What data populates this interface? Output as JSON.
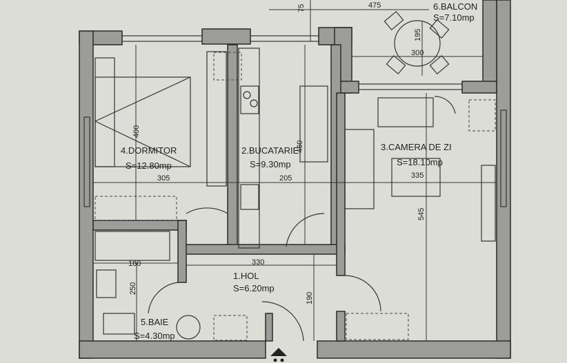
{
  "rooms": [
    {
      "name": "1.HOL",
      "area": "S=6.20mp"
    },
    {
      "name": "2.BUCATARIE",
      "area": "S=9.30mp"
    },
    {
      "name": "3.CAMERA DE ZI",
      "area": "S=18.10mp"
    },
    {
      "name": "4.DORMITOR",
      "area": "S=12.80mp"
    },
    {
      "name": "5.BAIE",
      "area": "S=4.30mp"
    },
    {
      "name": "6.BALCON",
      "area": "S=7.10mp"
    }
  ],
  "dimensions": {
    "d75": "75",
    "d475": "475",
    "d195": "195",
    "d300": "300",
    "d400": "400",
    "d305": "305",
    "d205": "205",
    "d460": "460",
    "d335": "335",
    "d545": "545",
    "d330": "330",
    "d180": "180",
    "d250": "250",
    "d190": "190"
  },
  "colors": {
    "paper": "#dcddd7",
    "wall": "#9c9c98",
    "line": "#2a2a2a"
  },
  "icons": [
    "entrance-arrow-icon"
  ]
}
